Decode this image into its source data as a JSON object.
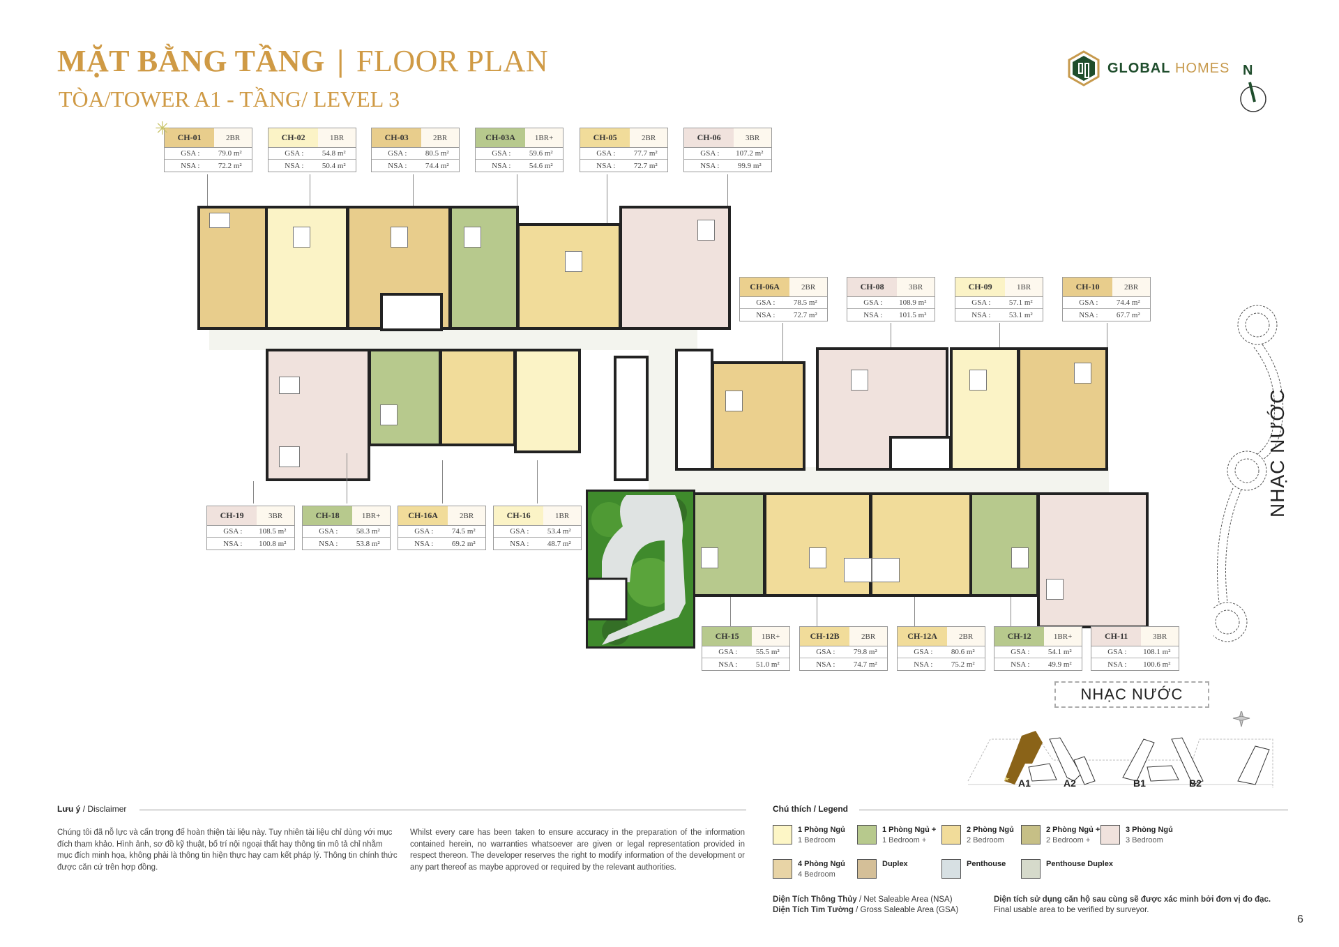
{
  "header": {
    "title_vi": "MẶT BẰNG TẦNG",
    "title_sep": "|",
    "title_en": "FLOOR PLAN",
    "subtitle": "TÒA/TOWER A1 - TẦNG/ LEVEL 3",
    "logo_brand": "GLOBAL",
    "logo_suffix": "HOMES",
    "north_label": "N"
  },
  "colors": {
    "title_gold": "#cf9a45",
    "brand_green": "#1f4d2c",
    "br1": "#fdf6c6",
    "br1plus": "#b7c98d",
    "br2": "#f1dc9a",
    "br2plus": "#c6bf86",
    "br3": "#f0e2dd",
    "br4": "#e8d4a6",
    "duplex": "#d4bf98",
    "penthouse": "#d7e0e3",
    "penthouse_duplex": "#d6dacb",
    "corridor": "#f3f4ee"
  },
  "units": [
    {
      "code": "CH-01",
      "type": "2BR",
      "gsa": "79.0 m²",
      "nsa": "72.2 m²",
      "color": "#e8cd8c"
    },
    {
      "code": "CH-02",
      "type": "1BR",
      "gsa": "54.8 m²",
      "nsa": "50.4 m²",
      "color": "#fbf3c6"
    },
    {
      "code": "CH-03",
      "type": "2BR",
      "gsa": "80.5 m²",
      "nsa": "74.4 m²",
      "color": "#e8cd8c"
    },
    {
      "code": "CH-03A",
      "type": "1BR+",
      "gsa": "59.6 m²",
      "nsa": "54.6 m²",
      "color": "#b7c98d"
    },
    {
      "code": "CH-05",
      "type": "2BR",
      "gsa": "77.7 m²",
      "nsa": "72.7 m²",
      "color": "#f1dc9a"
    },
    {
      "code": "CH-06",
      "type": "3BR",
      "gsa": "107.2 m²",
      "nsa": "99.9 m²",
      "color": "#f0e2dd"
    },
    {
      "code": "CH-06A",
      "type": "2BR",
      "gsa": "78.5 m²",
      "nsa": "72.7 m²",
      "color": "#ebd08e"
    },
    {
      "code": "CH-08",
      "type": "3BR",
      "gsa": "108.9 m²",
      "nsa": "101.5 m²",
      "color": "#f0e2dd"
    },
    {
      "code": "CH-09",
      "type": "1BR",
      "gsa": "57.1 m²",
      "nsa": "53.1 m²",
      "color": "#fbf3c6"
    },
    {
      "code": "CH-10",
      "type": "2BR",
      "gsa": "74.4 m²",
      "nsa": "67.7 m²",
      "color": "#e8cd8c"
    },
    {
      "code": "CH-19",
      "type": "3BR",
      "gsa": "108.5 m²",
      "nsa": "100.8 m²",
      "color": "#f0e2dd"
    },
    {
      "code": "CH-18",
      "type": "1BR+",
      "gsa": "58.3 m²",
      "nsa": "53.8 m²",
      "color": "#b7c98d"
    },
    {
      "code": "CH-16A",
      "type": "2BR",
      "gsa": "74.5 m²",
      "nsa": "69.2 m²",
      "color": "#f1dc9a"
    },
    {
      "code": "CH-16",
      "type": "1BR",
      "gsa": "53.4 m²",
      "nsa": "48.7 m²",
      "color": "#fbf3c6"
    },
    {
      "code": "CH-15",
      "type": "1BR+",
      "gsa": "55.5 m²",
      "nsa": "51.0 m²",
      "color": "#b7c98d"
    },
    {
      "code": "CH-12B",
      "type": "2BR",
      "gsa": "79.8 m²",
      "nsa": "74.7 m²",
      "color": "#f1dc9a"
    },
    {
      "code": "CH-12A",
      "type": "2BR",
      "gsa": "80.6 m²",
      "nsa": "75.2 m²",
      "color": "#f1dc9a"
    },
    {
      "code": "CH-12",
      "type": "1BR+",
      "gsa": "54.1 m²",
      "nsa": "49.9 m²",
      "color": "#b7c98d"
    },
    {
      "code": "CH-11",
      "type": "3BR",
      "gsa": "108.1 m²",
      "nsa": "100.6 m²",
      "color": "#f0e2dd"
    }
  ],
  "area_labels": {
    "gsa": "GSA :",
    "nsa": "NSA :"
  },
  "site": {
    "fountain_label": "NHẠC NƯỚC",
    "keyplan_towers": [
      "A1",
      "A2",
      "B1",
      "B2"
    ],
    "highlighted_tower": "A1"
  },
  "disclaimer": {
    "title_vi": "Lưu ý",
    "title_en": "/ Disclaimer",
    "text_vi": "Chúng tôi đã nỗ lực và cẩn trọng để hoàn thiện tài liệu này. Tuy nhiên tài liệu chỉ dùng với mục đích tham khảo. Hình ảnh, sơ đồ kỹ thuật, bố trí nội ngoại thất hay thông tin mô tả chỉ nhằm mục đích minh họa, không phải là thông tin hiện thực hay cam kết pháp lý. Thông tin chính thức được căn cứ trên hợp đồng.",
    "text_en": "Whilst every care has been taken to ensure accuracy in the preparation of the information contained herein, no warranties whatsoever are given or legal representation provided in respect thereon. The developer reserves the right to modify information of the development or any part thereof as maybe approved or required by the relevant authorities."
  },
  "legend": {
    "title": "Chú thích / Legend",
    "items": [
      {
        "vi": "1 Phòng Ngủ",
        "en": "1 Bedroom",
        "color": "#fdf6c6"
      },
      {
        "vi": "1 Phòng Ngủ +",
        "en": "1 Bedroom +",
        "color": "#b7c98d"
      },
      {
        "vi": "2 Phòng Ngủ",
        "en": "2 Bedroom",
        "color": "#f1dc9a"
      },
      {
        "vi": "2 Phòng Ngủ +",
        "en": "2 Bedroom +",
        "color": "#c6bf86"
      },
      {
        "vi": "3 Phòng Ngủ",
        "en": "3 Bedroom",
        "color": "#f0e2dd"
      },
      {
        "vi": "4 Phòng Ngủ",
        "en": "4 Bedroom",
        "color": "#e8d4a6"
      },
      {
        "vi": "Duplex",
        "en": "",
        "color": "#d4bf98"
      },
      {
        "vi": "Penthouse",
        "en": "",
        "color": "#d7e0e3"
      },
      {
        "vi": "Penthouse Duplex",
        "en": "",
        "color": "#d6dacb"
      }
    ]
  },
  "area_notes": {
    "nsa_vi": "Diện Tích Thông Thủy",
    "nsa_en": "/ Net Saleable Area (NSA)",
    "gsa_vi": "Diện Tích Tim Tường",
    "gsa_en": "/ Gross Saleable Area (GSA)",
    "final_vi": "Diện tích sử dụng căn hộ sau cùng sẽ được xác minh bởi đơn vị đo đạc.",
    "final_en": "Final usable area to be verified by surveyor."
  },
  "page_number": "6"
}
